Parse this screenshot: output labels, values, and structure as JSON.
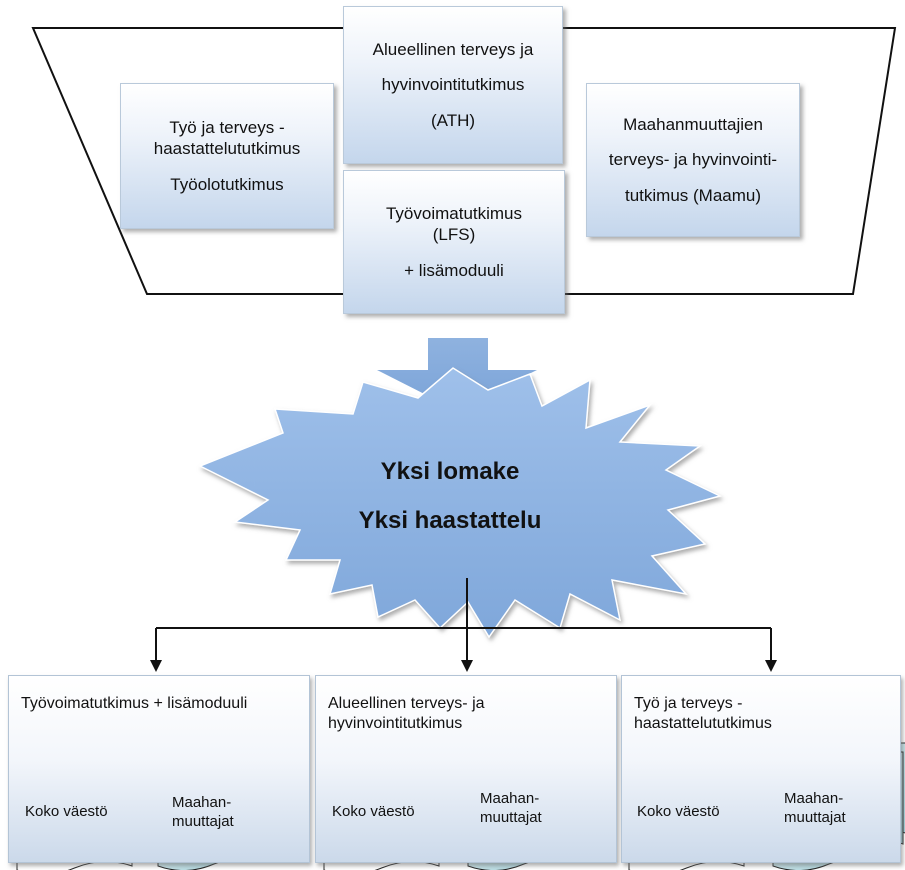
{
  "sources": {
    "ath": [
      "Alueellinen terveys ja",
      "hyvinvointitutkimus",
      "(ATH)"
    ],
    "tyo_terveys": [
      "Työ ja terveys -",
      "haastattelututkimus",
      "Työolotutkimus"
    ],
    "maamu": [
      "Maahanmuuttajien",
      "terveys- ja hyvinvointi-",
      "tutkimus (Maamu)"
    ],
    "lfs": [
      "Työvoimatutkimus",
      "(LFS)",
      "+ lisämoduuli"
    ]
  },
  "burst": {
    "line1": "Yksi lomake",
    "line2": "Yksi haastattelu"
  },
  "outputs": [
    {
      "title": [
        "Työvoimatutkimus + lisämoduuli"
      ],
      "doc1": "Koko väestö",
      "doc2": [
        "Maahan-",
        "muuttajat"
      ]
    },
    {
      "title": [
        "Alueellinen terveys- ja",
        "hyvinvointitutkimus"
      ],
      "doc1": "Koko väestö",
      "doc2": [
        "Maahan-",
        "muuttajat"
      ]
    },
    {
      "title": [
        "Työ ja terveys -",
        "haastattelututkimus"
      ],
      "doc1": "Koko väestö",
      "doc2": [
        "Maahan-",
        "muuttajat"
      ]
    }
  ],
  "colors": {
    "arrow": "#8aaedc",
    "burst": "#8fb3e2",
    "line": "#111111",
    "box_bottom": "#c4d6ec",
    "doc_teal": "#bfe0e6"
  }
}
